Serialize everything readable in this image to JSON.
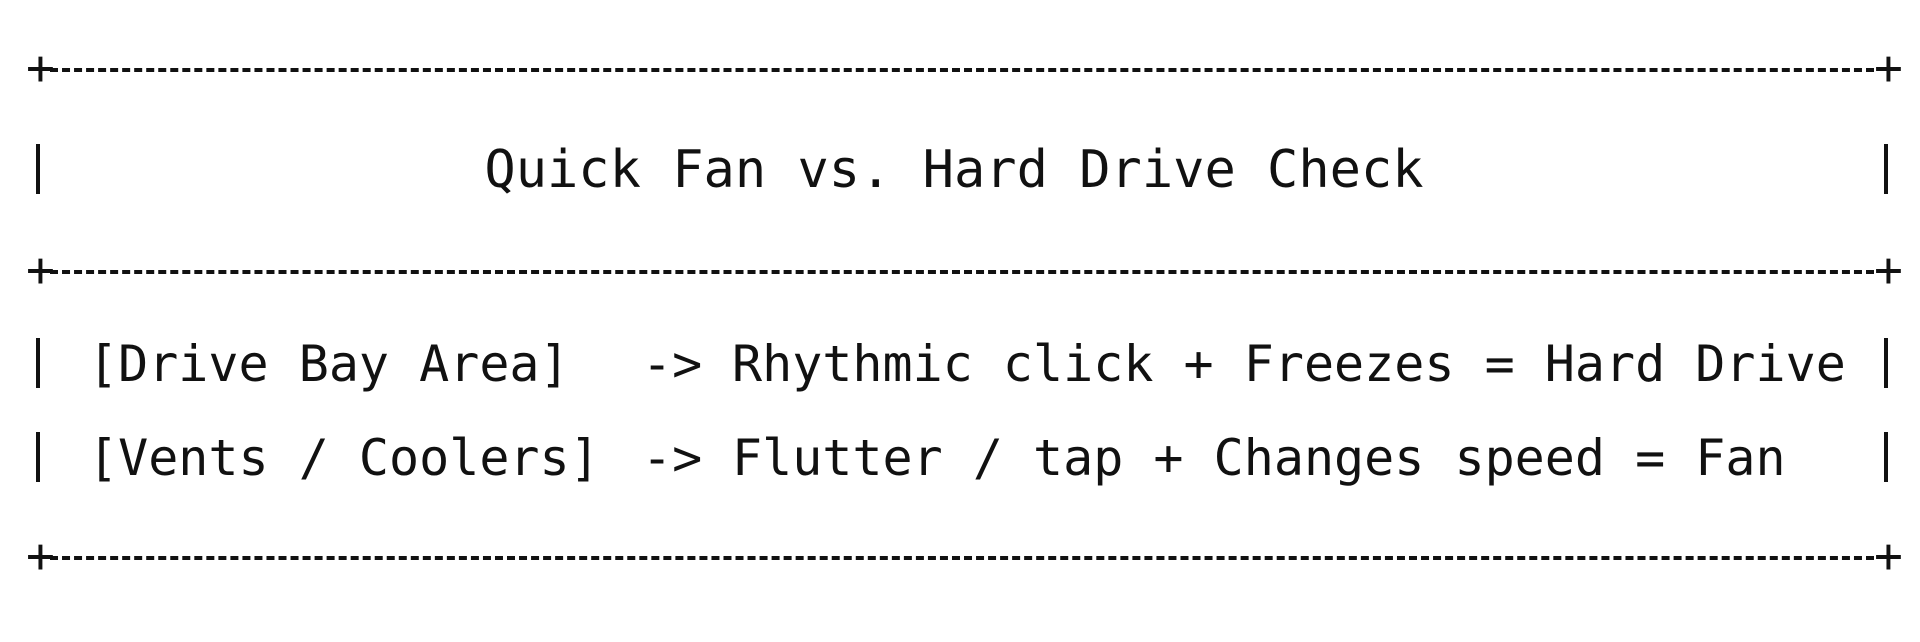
{
  "title": "Quick Fan vs. Hard Drive Check",
  "arrow": "->",
  "rows": [
    {
      "label": "[Drive Bay Area]",
      "description": "Rhythmic click + Freezes = Hard Drive"
    },
    {
      "label": "[Vents / Coolers]",
      "description": "Flutter / tap + Changes speed = Fan"
    }
  ],
  "corner_char": "+"
}
